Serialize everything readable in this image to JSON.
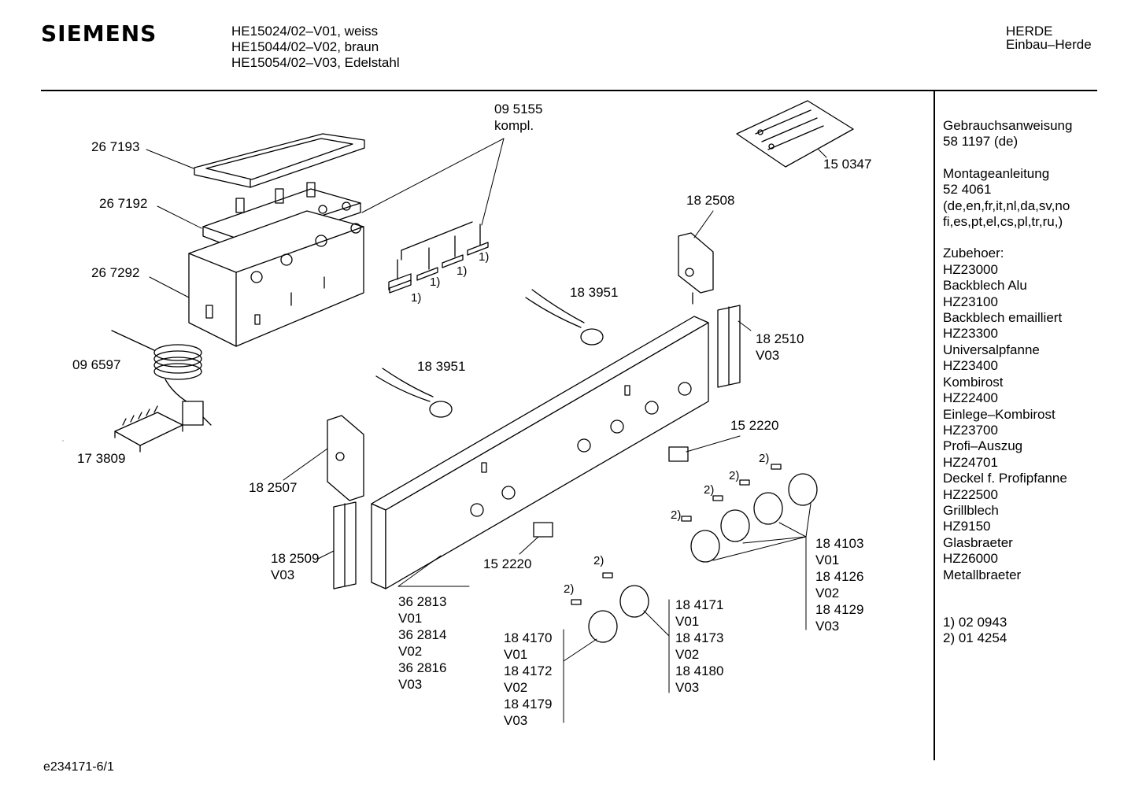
{
  "header": {
    "brand": "SIEMENS",
    "models": [
      "HE15024/02–V01, weiss",
      "HE15044/02–V02, braun",
      "HE15054/02–V03, Edelstahl"
    ],
    "category_lines": [
      "HERDE",
      "Einbau–Herde"
    ]
  },
  "sidebar": {
    "lines": [
      "Gebrauchsanweisung",
      "58 1197 (de)",
      "",
      "Montageanleitung",
      "52 4061",
      "(de,en,fr,it,nl,da,sv,no",
      "fi,es,pt,el,cs,pl,tr,ru,)",
      "",
      "Zubehoer:",
      "HZ23000",
      "Backblech Alu",
      "HZ23100",
      "Backblech emailliert",
      "HZ23300",
      "Universalpfanne",
      "HZ23400",
      "Kombirost",
      "HZ22400",
      "Einlege–Kombirost",
      "HZ23700",
      "Profi–Auszug",
      "HZ24701",
      "Deckel f. Profipfanne",
      "HZ22500",
      "Grillblech",
      "HZ9150",
      "Glasbraeter",
      "HZ26000",
      "Metallbraeter",
      "",
      "",
      "1) 02 0943",
      "2) 01 4254"
    ]
  },
  "parts": {
    "p095155": [
      "09 5155",
      "kompl."
    ],
    "p267193": "26 7193",
    "p267192": "26 7192",
    "p267292": "26 7292",
    "p096597": "09 6597",
    "p173809": "17 3809",
    "p150347": "15 0347",
    "p182508": "18 2508",
    "p183951a": "18 3951",
    "p183951b": "18 3951",
    "p182510": [
      "18 2510",
      "V03"
    ],
    "p152220a": "15 2220",
    "p152220b": "15 2220",
    "p182507": "18 2507",
    "p182509": [
      "18 2509",
      "V03"
    ],
    "p362813": [
      "36 2813",
      "V01",
      "36 2814",
      "V02",
      "36 2816",
      "V03"
    ],
    "p184103": [
      "18 4103",
      "V01",
      "18 4126",
      "V02",
      "18 4129",
      "V03"
    ],
    "p184171": [
      "18 4171",
      "V01",
      "18 4173",
      "V02",
      "18 4180",
      "V03"
    ],
    "p184170": [
      "18 4170",
      "V01",
      "18 4172",
      "V02",
      "18 4179",
      "V03"
    ]
  },
  "notes": {
    "one": "1)",
    "two": "2)"
  },
  "footer": {
    "code": "e234171-6/1"
  }
}
